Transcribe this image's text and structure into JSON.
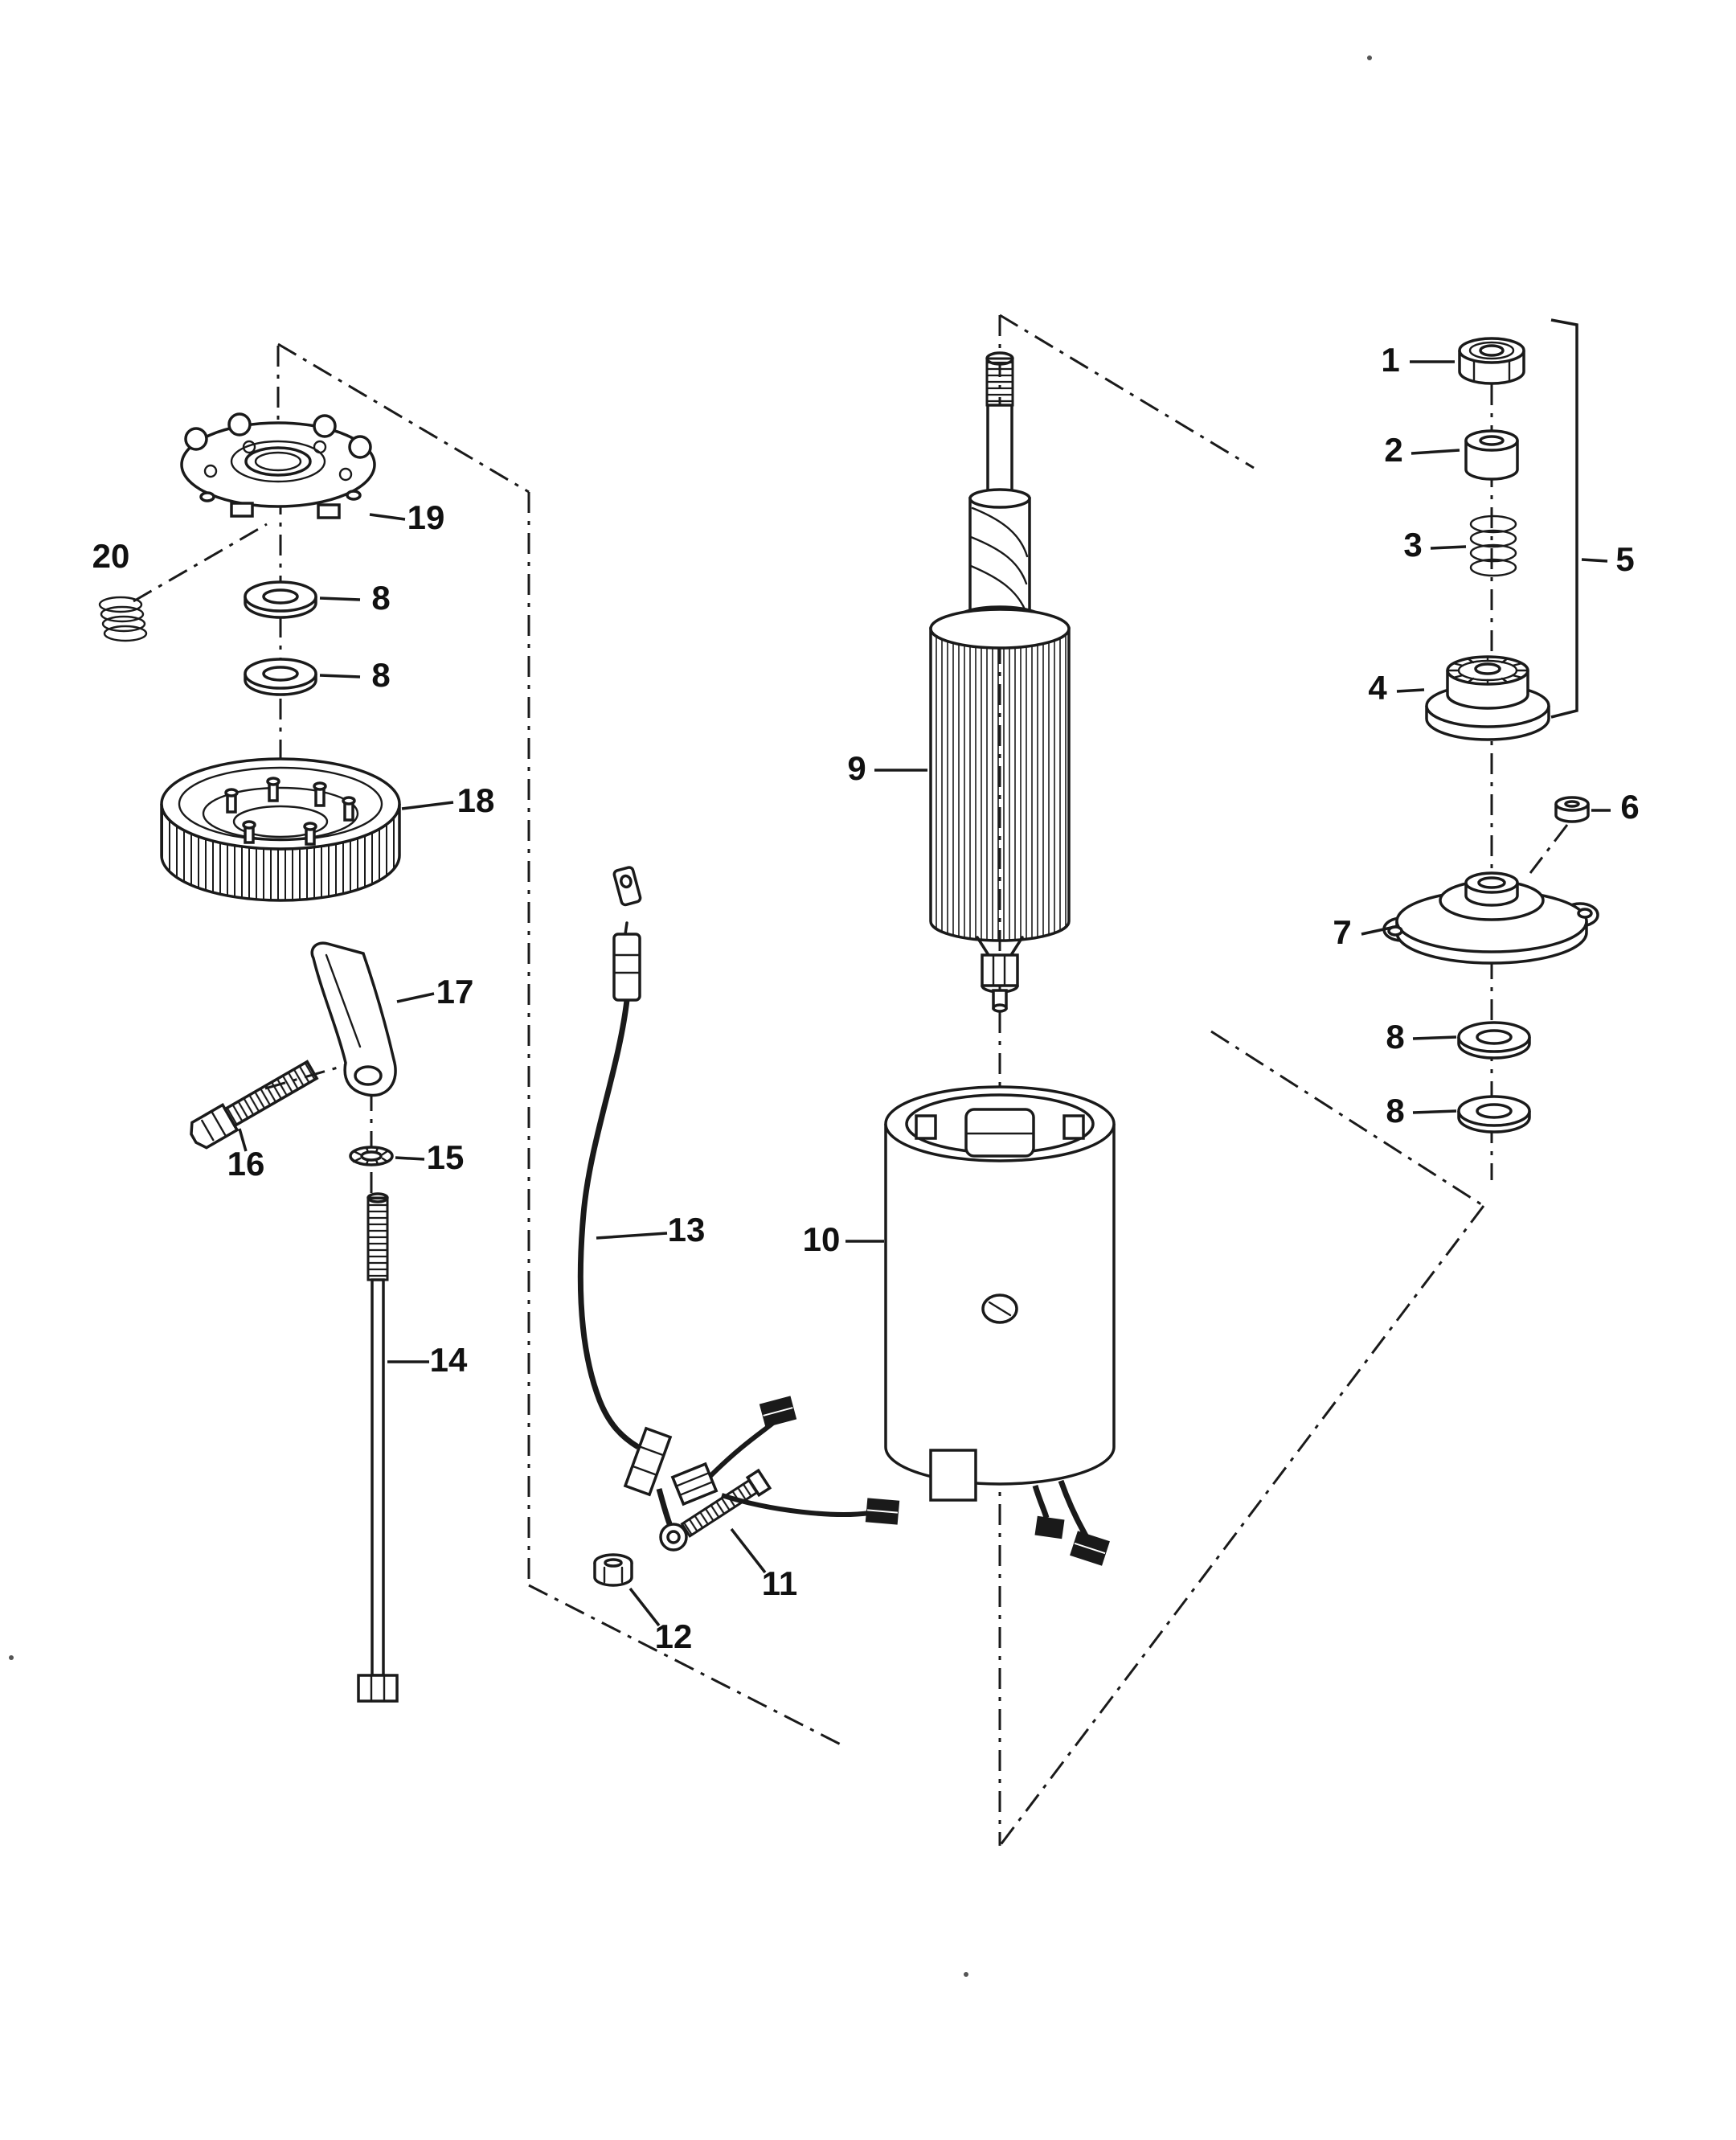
{
  "diagram": {
    "colors": {
      "ink": "#1a1a1a",
      "paper": "#ffffff"
    },
    "labels": {
      "p1": "1",
      "p2": "2",
      "p3": "3",
      "p4": "4",
      "p5": "5",
      "p6": "6",
      "p7": "7",
      "p8a": "8",
      "p8b": "8",
      "p8c": "8",
      "p8d": "8",
      "p9": "9",
      "p10": "10",
      "p11": "11",
      "p12": "12",
      "p13": "13",
      "p14": "14",
      "p15": "15",
      "p16": "16",
      "p17": "17",
      "p18": "18",
      "p19": "19",
      "p20": "20"
    }
  }
}
